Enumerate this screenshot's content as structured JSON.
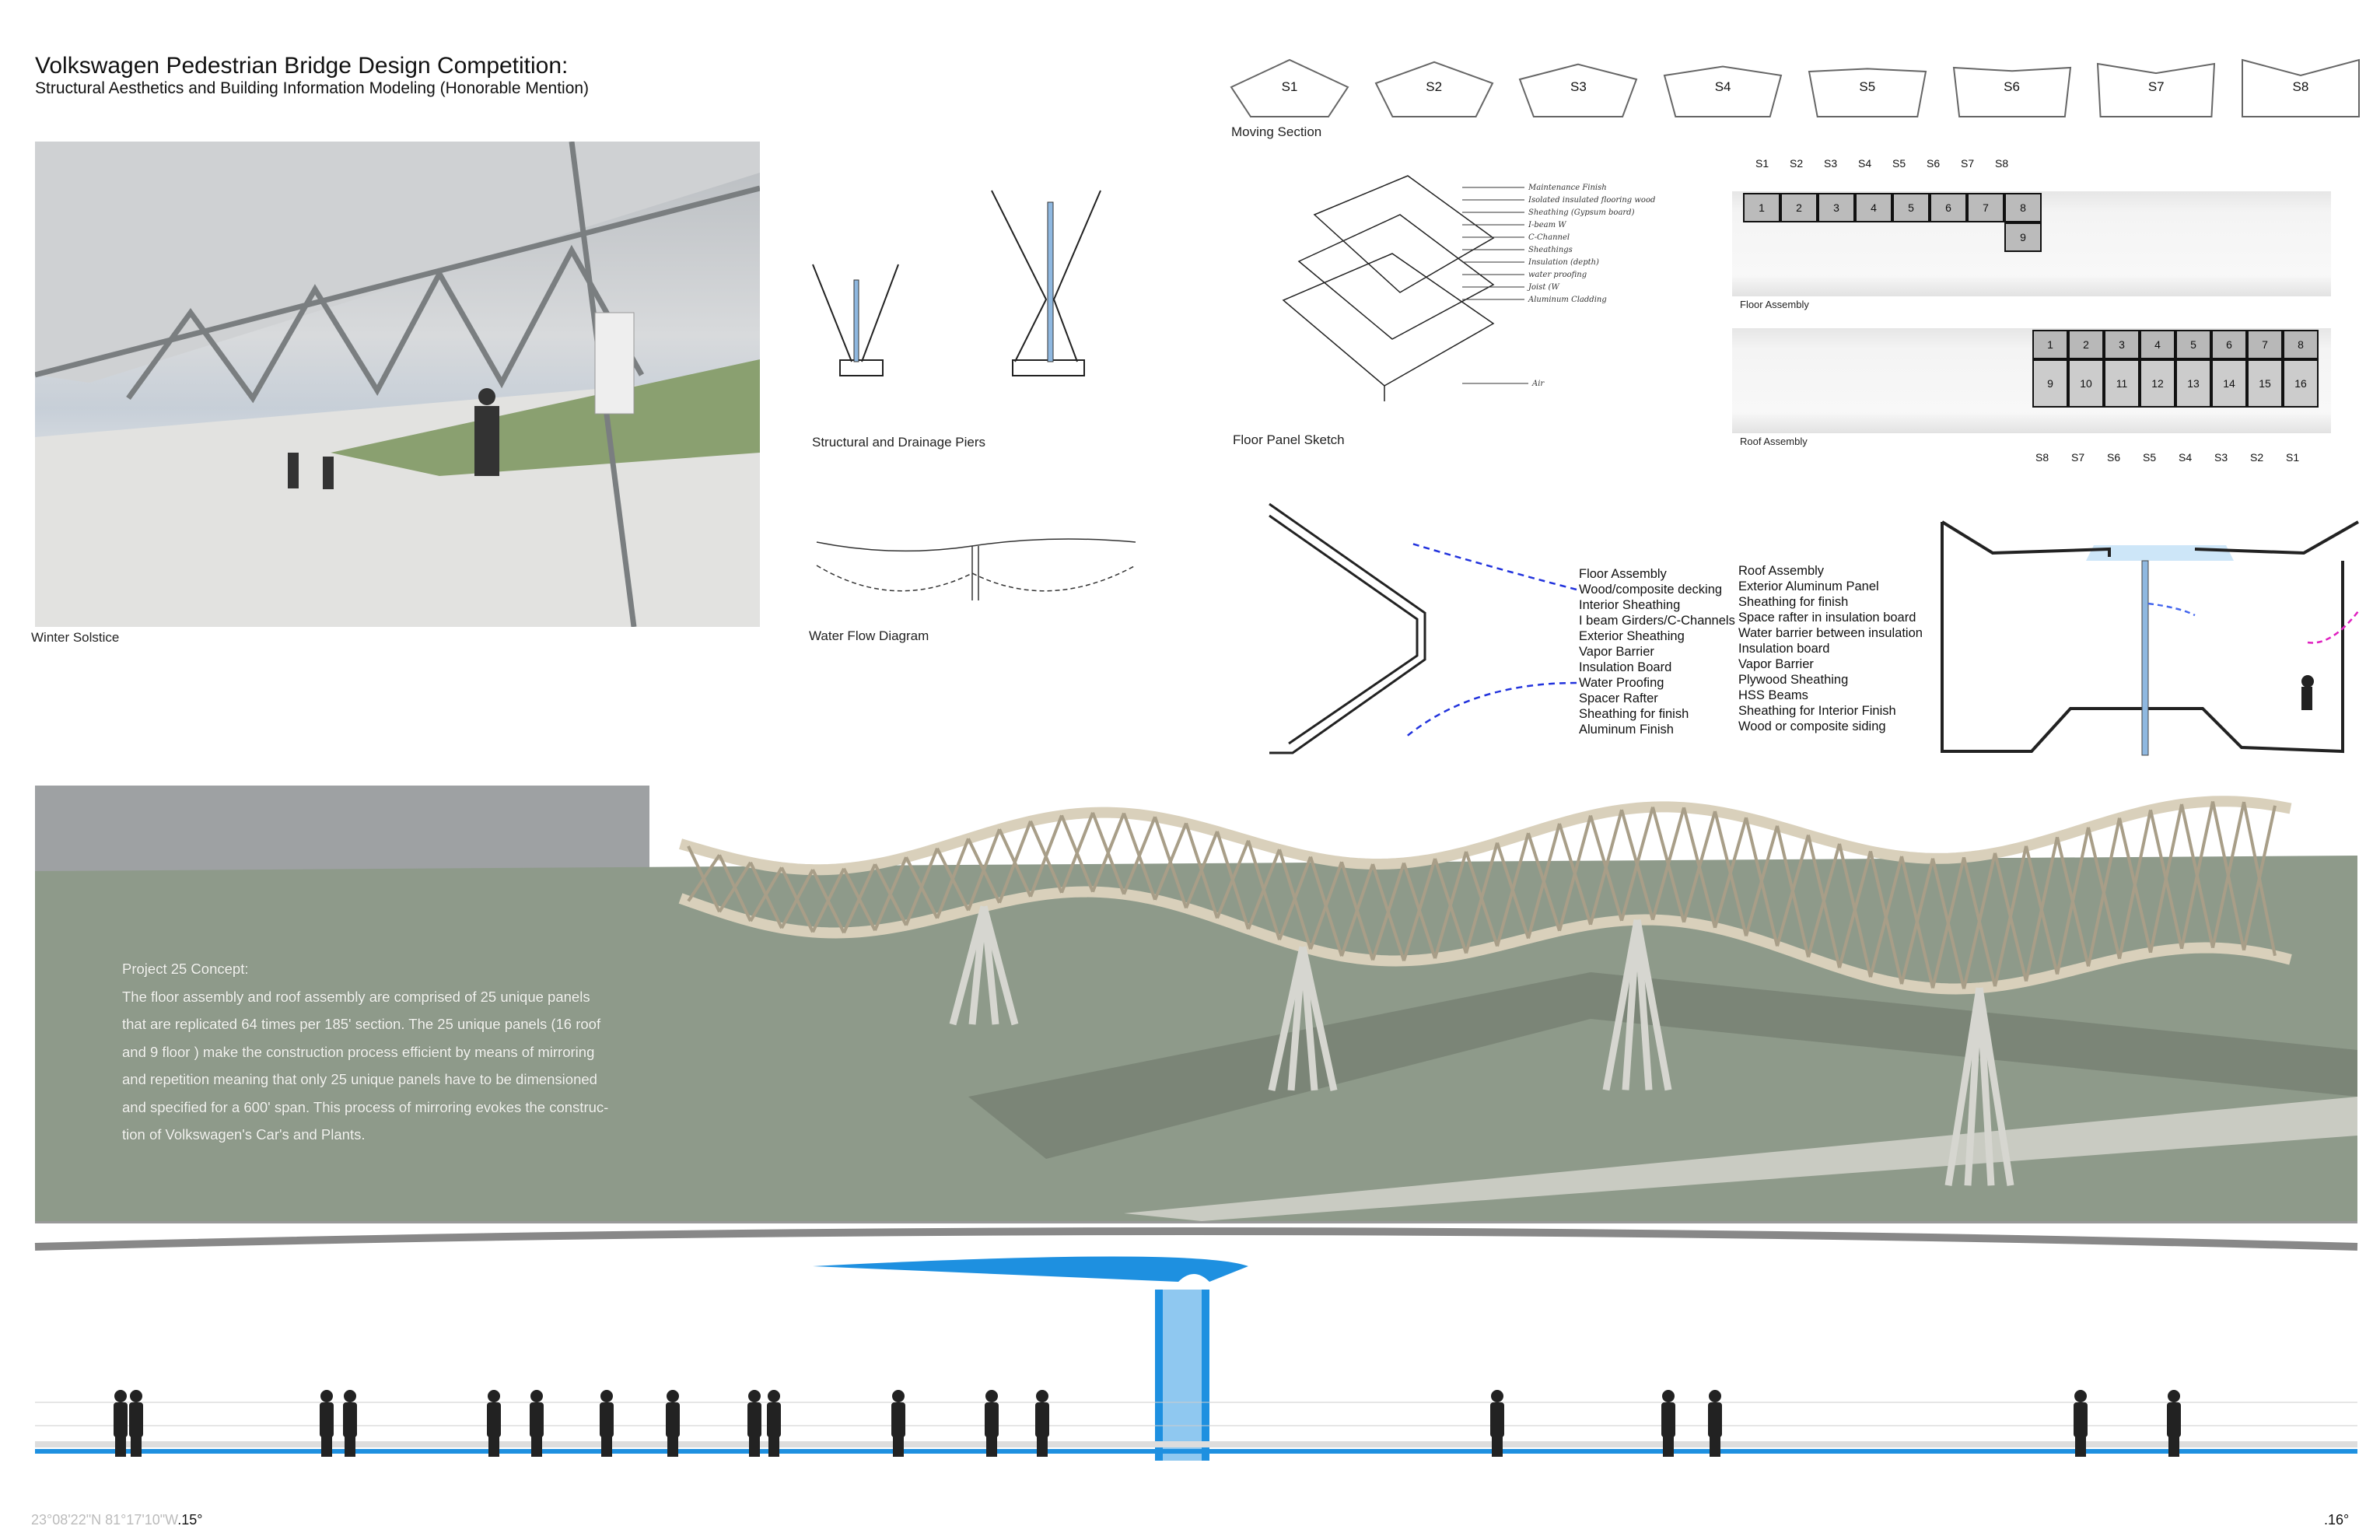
{
  "header": {
    "title": "Volkswagen Pedestrian Bridge Design Competition:",
    "subtitle": "Structural Aesthetics and Building Information Modeling (Honorable Mention)"
  },
  "captions": {
    "render": "Winter Solstice",
    "piers": "Structural and Drainage Piers",
    "water": "Water Flow Diagram",
    "sketch": "Floor Panel Sketch",
    "moving": "Moving Section",
    "floor_assembly": "Floor Assembly",
    "roof_assembly": "Roof Assembly"
  },
  "sections": [
    "S1",
    "S2",
    "S3",
    "S4",
    "S5",
    "S6",
    "S7",
    "S8"
  ],
  "sketch_notes": [
    "Maintenance Finish",
    "Isolated insulated flooring wood",
    "Sheathing (Gypsum board)",
    "I-beam W",
    "C-Channel",
    "Sheathings",
    "Insulation (depth)",
    "water proofing",
    "Joist (W",
    "Aluminum Cladding",
    "Air"
  ],
  "panel_grid": {
    "top_labels": [
      "S1",
      "S2",
      "S3",
      "S4",
      "S5",
      "S6",
      "S7",
      "S8"
    ],
    "floor_panels": [
      "1",
      "2",
      "3",
      "4",
      "5",
      "6",
      "7",
      "8",
      "9"
    ],
    "roof_panels_top": [
      "1",
      "2",
      "3",
      "4",
      "5",
      "6",
      "7",
      "8"
    ],
    "roof_panels_bottom": [
      "9",
      "10",
      "11",
      "12",
      "13",
      "14",
      "15",
      "16"
    ],
    "bottom_labels": [
      "S8",
      "S7",
      "S6",
      "S5",
      "S4",
      "S3",
      "S2",
      "S1"
    ]
  },
  "legend_floor": [
    "Floor Assembly",
    "Wood/composite decking",
    "Interior Sheathing",
    "I beam Girders/C-Channels",
    "Exterior Sheathing",
    "Vapor Barrier",
    "Insulation Board",
    "Water Proofing",
    "Spacer Rafter",
    "Sheathing for finish",
    "Aluminum Finish"
  ],
  "legend_roof": [
    "Roof Assembly",
    "Exterior Aluminum Panel",
    "Sheathing for finish",
    "Space rafter in insulation board",
    "Water barrier between insulation",
    "Insulation board",
    "Vapor Barrier",
    "Plywood Sheathing",
    "HSS Beams",
    "Sheathing for Interior Finish",
    "Wood or composite siding"
  ],
  "concept": {
    "heading": "Project 25 Concept:",
    "lines": [
      "The floor assembly and roof assembly are comprised of 25 unique panels",
      "that are replicated 64 times per 185' section. The 25 unique panels (16 roof",
      "and 9 floor ) make the construction process efficient by means of mirroring",
      "and repetition meaning that only 25 unique panels have to be dimensioned",
      "and specified for a 600' span. This process of mirroring evokes the construc-",
      "tion of Volkswagen's Car's and Plants."
    ]
  },
  "footer": {
    "coords": "23°08'22\"N 81°17'10\"W",
    "left_angle": ".15°",
    "right_angle": ".16°"
  },
  "colors": {
    "water_blue": "#1e90e0",
    "grass": "#8e9a8a",
    "wood": "#d9d0bb",
    "arrow_blue": "#2233dd",
    "arrow_magenta": "#e020c0"
  }
}
